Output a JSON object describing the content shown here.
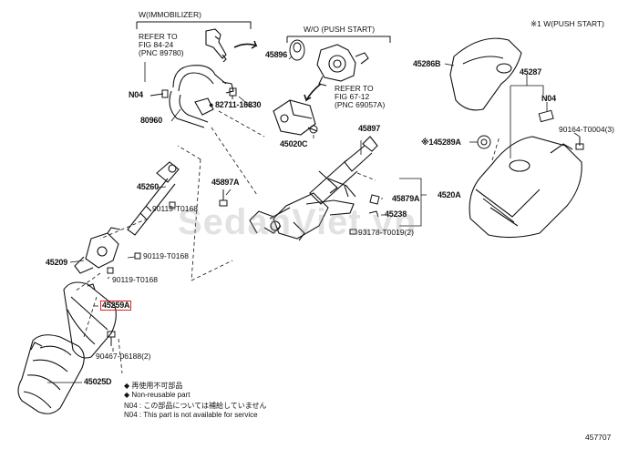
{
  "header": {
    "w_immobilizer": "W(IMMOBILIZER)",
    "wo_push_start": "W/O (PUSH START)",
    "w1_push_start": "※1 W(PUSH START)"
  },
  "references": {
    "fig84": "REFER TO\nFIG 84-24\n(PNC 89780)",
    "fig67": "REFER TO\nFIG 67-12\n(PNC 69057A)"
  },
  "part_numbers": {
    "p45896": "45896",
    "n04_left": "N04",
    "p82711": "82711-16830",
    "p80960": "80960",
    "p45897": "45897",
    "p45020C": "45020C",
    "p45260": "45260",
    "p45897A": "45897A",
    "p90119a": "90119-T0168",
    "p45879A": "45879A",
    "p4520A": "4520A",
    "p45238": "45238",
    "p93178": "93178-T0019(2)",
    "p45209": "45209",
    "p90119b": "90119-T0168",
    "p90119c": "90119-T0168",
    "p45259A": "45259A",
    "p90467": "90467-06188(2)",
    "p45025D": "45025D",
    "p45286B": "45286B",
    "p45287": "45287",
    "n04_right": "N04",
    "p90164": "90164-T0004(3)",
    "p145289A": "※145289A"
  },
  "legend": {
    "line1": "◆ 再使用不可部品",
    "line2": "◆ Non-reusable part",
    "line3": "N04 : この部品については補給していません",
    "line4": "N04 : This part is not available for service"
  },
  "footer": {
    "figure_number": "457707"
  },
  "watermark": "SedanViet.vn",
  "colors": {
    "line": "#111111",
    "highlight": "#e02020"
  }
}
